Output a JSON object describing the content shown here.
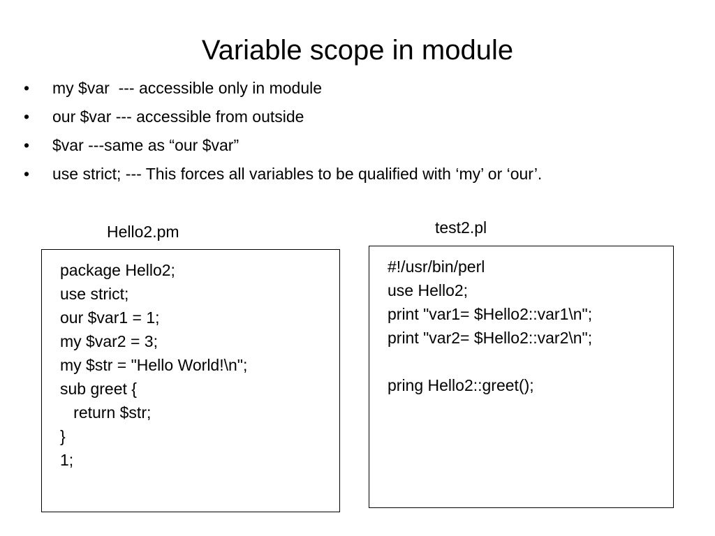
{
  "slide": {
    "title": "Variable scope in module",
    "bullet_symbol": "•",
    "bullets": [
      "my $var  --- accessible only in module",
      "our $var --- accessible from outside",
      "$var ---same as “our $var”",
      "use strict; --- This forces all variables to be qualified with ‘my’ or ‘our’."
    ]
  },
  "hello_module": {
    "label": "Hello2.pm",
    "lines": [
      "package Hello2;",
      "use strict;",
      "our $var1 = 1;",
      "my $var2 = 3;",
      "my $str = \"Hello World!\\n\";",
      "sub greet {",
      "   return $str;",
      "}",
      "1;"
    ]
  },
  "test_script": {
    "label": "test2.pl",
    "lines": [
      "#!/usr/bin/perl",
      "use Hello2;",
      "print \"var1= $Hello2::var1\\n\";",
      "print \"var2= $Hello2::var2\\n\";",
      "",
      "pring Hello2::greet();"
    ]
  }
}
